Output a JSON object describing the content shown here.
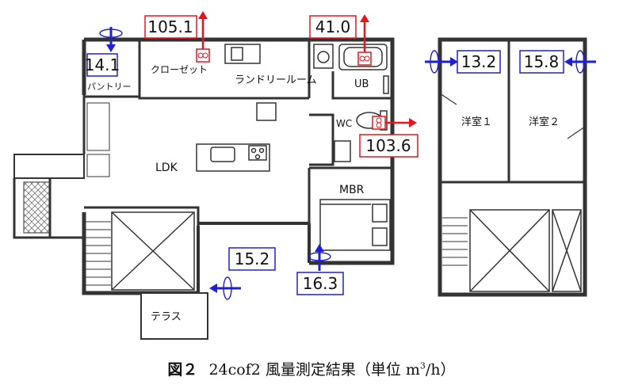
{
  "rooms": {
    "closet": "クローゼット",
    "laundry": "ランドリールーム",
    "pantry": "パントリー",
    "ub": "UB",
    "wc": "WC",
    "ldk": "LDK",
    "mbr": "MBR",
    "terrace": "テラス",
    "room1": "洋室１",
    "room2": "洋室２"
  },
  "measurements": {
    "exhaust": [
      {
        "id": "closet",
        "value": "105.1"
      },
      {
        "id": "ub",
        "value": "41.0"
      },
      {
        "id": "wc",
        "value": "103.6"
      }
    ],
    "supply": [
      {
        "id": "pantry",
        "value": "14.1"
      },
      {
        "id": "room1",
        "value": "13.2"
      },
      {
        "id": "room2",
        "value": "15.8"
      },
      {
        "id": "ldk",
        "value": "15.2"
      },
      {
        "id": "mbr",
        "value": "16.3"
      }
    ]
  },
  "colors": {
    "exhaust": "#e8141b",
    "supply": "#1f1fd6",
    "wall": "#333333"
  },
  "caption": {
    "figure": "図２",
    "text": "24cof2 風量測定結果（単位 m",
    "sup": "3",
    "tail": "/h）"
  }
}
